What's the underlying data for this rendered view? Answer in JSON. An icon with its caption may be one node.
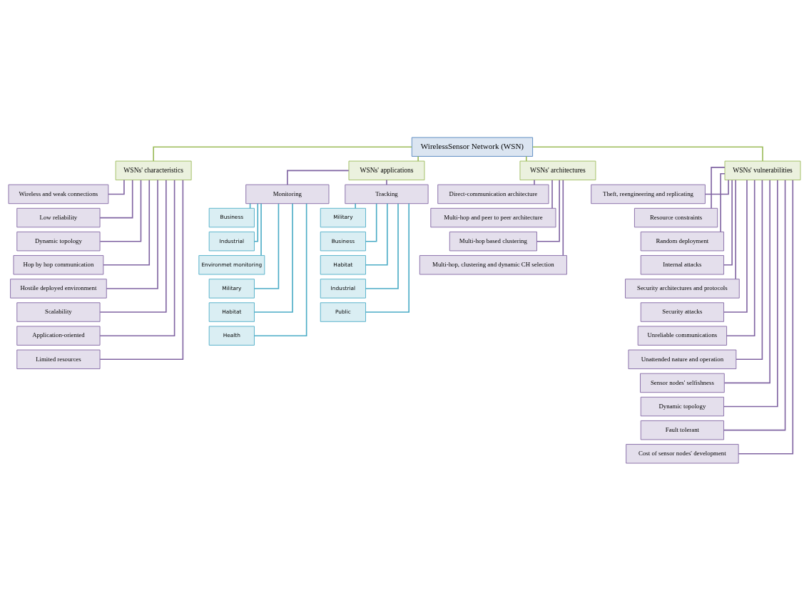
{
  "diagram": {
    "nodes": [
      {
        "text": [
          "WirelessSensor Network (WSN)"
        ]
      },
      {
        "text": [
          "WSNs' characteristics"
        ]
      },
      {
        "text": [
          "WSNs' applications"
        ]
      },
      {
        "text": [
          "WSNs' architectures"
        ]
      },
      {
        "text": [
          "WSNs' vulnerabilities"
        ]
      },
      {
        "text": [
          "Wireless and weak connections"
        ]
      },
      {
        "text": [
          "Low reliability"
        ]
      },
      {
        "text": [
          "Dynamic topology"
        ]
      },
      {
        "text": [
          "Hop by hop communication"
        ]
      },
      {
        "text": [
          "Hostile deployed environment"
        ]
      },
      {
        "text": [
          "Scalability"
        ]
      },
      {
        "text": [
          "Application-oriented"
        ]
      },
      {
        "text": [
          "Limited resources"
        ]
      },
      {
        "text": [
          "Monitoring"
        ]
      },
      {
        "text": [
          "Tracking"
        ]
      },
      {
        "text": [
          "Business"
        ]
      },
      {
        "text": [
          "Industrial"
        ]
      },
      {
        "text": [
          "Environmet monitoring"
        ]
      },
      {
        "text": [
          "Military"
        ]
      },
      {
        "text": [
          "Habitat"
        ]
      },
      {
        "text": [
          "Health"
        ]
      },
      {
        "text": [
          "Military"
        ]
      },
      {
        "text": [
          "Business"
        ]
      },
      {
        "text": [
          "Habitat"
        ]
      },
      {
        "text": [
          "Industrial"
        ]
      },
      {
        "text": [
          "Public"
        ]
      },
      {
        "text": [
          "Direct-communication architecture"
        ]
      },
      {
        "text": [
          "Multi-hop and peer to peer architecture"
        ]
      },
      {
        "text": [
          "Multi-hop based clustering"
        ]
      },
      {
        "text": [
          "Multi-hop, clustering and dynamic CH selection"
        ]
      },
      {
        "text": [
          "Theft, reengineering and replicating"
        ]
      },
      {
        "text": [
          "Resource constraints"
        ]
      },
      {
        "text": [
          "Random deployment"
        ]
      },
      {
        "text": [
          "Internal attacks"
        ]
      },
      {
        "text": [
          "Security architectures and protocols"
        ]
      },
      {
        "text": [
          "Security attacks"
        ]
      },
      {
        "text": [
          "Unreliable communications"
        ]
      },
      {
        "text": [
          "Unattended nature and operation"
        ]
      },
      {
        "text": [
          "Sensor nodes' selfishness"
        ]
      },
      {
        "text": [
          "Dynamic topology"
        ]
      },
      {
        "text": [
          "Fault tolerant"
        ]
      },
      {
        "text": [
          "Cost of sensor nodes' development"
        ]
      }
    ],
    "edges": [
      {
        "from": 0,
        "to": 1,
        "arrow": "none",
        "color": "#9bbb59"
      },
      {
        "from": 0,
        "to": 2,
        "arrow": "none",
        "color": "#9bbb59"
      },
      {
        "from": 0,
        "to": 3,
        "arrow": "none",
        "color": "#9bbb59"
      },
      {
        "from": 0,
        "to": 4,
        "arrow": "none",
        "color": "#9bbb59"
      },
      {
        "from": 1,
        "to": 5,
        "arrow": "none"
      },
      {
        "from": 1,
        "to": 6,
        "arrow": "none"
      },
      {
        "from": 1,
        "to": 7,
        "arrow": "none"
      },
      {
        "from": 1,
        "to": 8,
        "arrow": "none"
      },
      {
        "from": 1,
        "to": 9,
        "arrow": "none"
      },
      {
        "from": 1,
        "to": 10,
        "arrow": "none"
      },
      {
        "from": 1,
        "to": 11,
        "arrow": "none"
      },
      {
        "from": 1,
        "to": 12,
        "arrow": "none"
      },
      {
        "from": 2,
        "to": 13,
        "arrow": "none"
      },
      {
        "from": 2,
        "to": 14,
        "arrow": "none"
      },
      {
        "from": 13,
        "to": 15,
        "arrow": "none",
        "color": "#4bacc6"
      },
      {
        "from": 13,
        "to": 16,
        "arrow": "none",
        "color": "#4bacc6"
      },
      {
        "from": 13,
        "to": 17,
        "arrow": "none",
        "color": "#4bacc6"
      },
      {
        "from": 13,
        "to": 18,
        "arrow": "none",
        "color": "#4bacc6"
      },
      {
        "from": 13,
        "to": 19,
        "arrow": "none",
        "color": "#4bacc6"
      },
      {
        "from": 13,
        "to": 20,
        "arrow": "none",
        "color": "#4bacc6"
      },
      {
        "from": 14,
        "to": 21,
        "arrow": "none",
        "color": "#4bacc6"
      },
      {
        "from": 14,
        "to": 22,
        "arrow": "none",
        "color": "#4bacc6"
      },
      {
        "from": 14,
        "to": 23,
        "arrow": "none",
        "color": "#4bacc6"
      },
      {
        "from": 14,
        "to": 24,
        "arrow": "none",
        "color": "#4bacc6"
      },
      {
        "from": 14,
        "to": 25,
        "arrow": "none",
        "color": "#4bacc6"
      },
      {
        "from": 3,
        "to": 26,
        "arrow": "none"
      },
      {
        "from": 3,
        "to": 27,
        "arrow": "none"
      },
      {
        "from": 3,
        "to": 28,
        "arrow": "none"
      },
      {
        "from": 3,
        "to": 29,
        "arrow": "none"
      },
      {
        "from": 4,
        "to": 30,
        "arrow": "none"
      },
      {
        "from": 4,
        "to": 31,
        "arrow": "none"
      },
      {
        "from": 4,
        "to": 32,
        "arrow": "none"
      },
      {
        "from": 4,
        "to": 33,
        "arrow": "none"
      },
      {
        "from": 4,
        "to": 34,
        "arrow": "none"
      },
      {
        "from": 4,
        "to": 35,
        "arrow": "none"
      },
      {
        "from": 4,
        "to": 36,
        "arrow": "none"
      },
      {
        "from": 4,
        "to": 37,
        "arrow": "none"
      },
      {
        "from": 4,
        "to": 38,
        "arrow": "none"
      },
      {
        "from": 4,
        "to": 39,
        "arrow": "none"
      },
      {
        "from": 4,
        "to": 40,
        "arrow": "none"
      },
      {
        "from": 4,
        "to": 41,
        "arrow": "none"
      }
    ]
  }
}
